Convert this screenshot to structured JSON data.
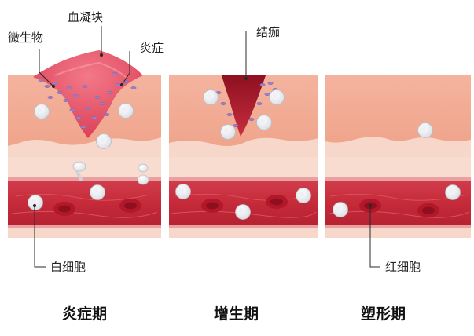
{
  "labels": {
    "microbe": "微生物",
    "clot": "血凝块",
    "inflammation": "炎症",
    "scab": "结痂",
    "white_cell": "白细胞",
    "red_cell": "红细胞"
  },
  "stages": [
    "炎症期",
    "增生期",
    "塑形期"
  ],
  "colors": {
    "skin": "#f2ac95",
    "vessel": "#c3283a",
    "clot": "#e85a6c",
    "scab": "#b01c2e",
    "microbe": "#9b7fc6"
  }
}
